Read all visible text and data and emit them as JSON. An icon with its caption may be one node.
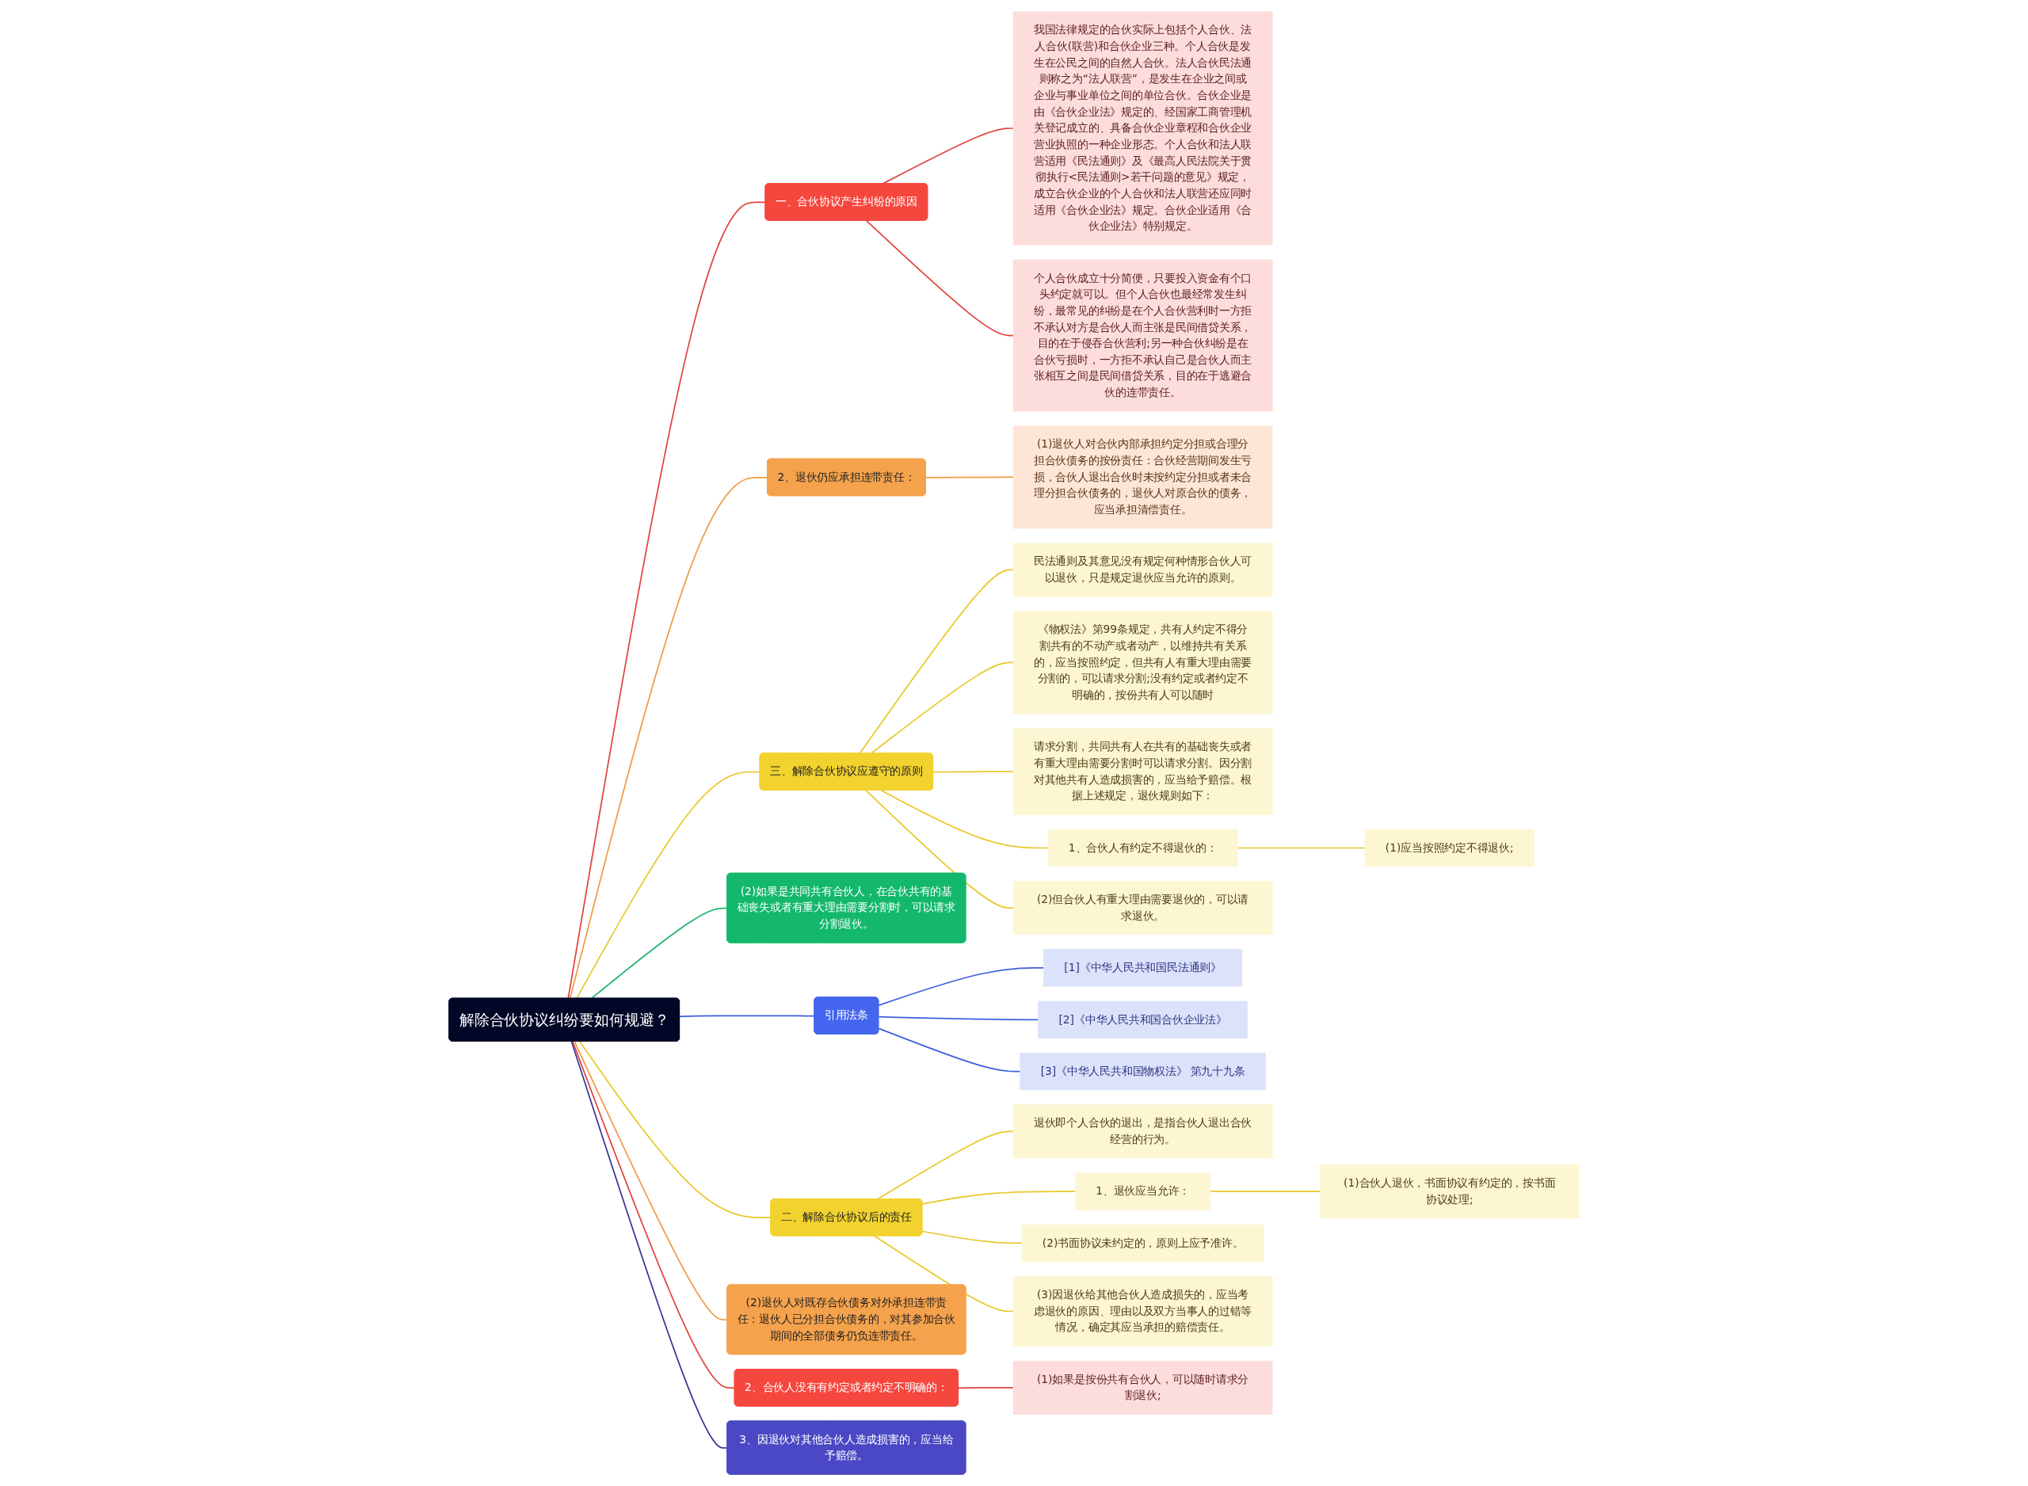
{
  "diagram": {
    "nodes": [
      {
        "text": [
          "解除合伙协议纠纷要如何规避？"
        ]
      },
      {
        "text": [
          "一、合伙协议产生纠纷的原因"
        ]
      },
      {
        "text": [
          "我国法律规定的合伙实际上包括个人合伙、法人合伙(联营)和合伙企业三种。个人合伙是发生在公民之间的自然人合伙。法人合伙民法通则称之为“法人联营”，是发生在企业之间或企业与事业单位之间的单位合伙。合伙企业是由《合伙企业法》规定的、经国家工商管理机关登记成立的、具备合伙企业章程和合伙企业营业执照的一种企业形态。个人合伙和法人联营适用《民法通则》及《最高人民法院关于贯彻执行<民法通则>若干问题的意见》规定，成立合伙企业的个人合伙和法人联营还应同时适用《合伙企业法》规定。合伙企业适用《合伙企业法》特别规定。"
        ]
      },
      {
        "text": [
          "个人合伙成立十分简便，只要投入资金有个口头约定就可以。但个人合伙也最经常发生纠纷，最常见的纠纷是在个人合伙营利时一方拒不承认对方是合伙人而主张是民间借贷关系，目的在于侵吞合伙营利;另一种合伙纠纷是在合伙亏损时，一方拒不承认自己是合伙人而主张相互之间是民间借贷关系，目的在于逃避合伙的连带责任。"
        ]
      },
      {
        "text": [
          "2、退伙仍应承担连带责任："
        ]
      },
      {
        "text": [
          "(1)退伙人对合伙内部承担约定分担或合理分担合伙债务的按份责任：合伙经营期间发生亏损，合伙人退出合伙时未按约定分担或者未合理分担合伙债务的，退伙人对原合伙的债务，应当承担清偿责任。"
        ]
      },
      {
        "text": [
          "三、解除合伙协议应遵守的原则"
        ]
      },
      {
        "text": [
          "民法通则及其意见没有规定何种情形合伙人可以退伙，只是规定退伙应当允许的原则。"
        ]
      },
      {
        "text": [
          "《物权法》第99条规定，共有人约定不得分割共有的不动产或者动产，以维持共有关系的，应当按照约定，但共有人有重大理由需要分割的，可以请求分割;没有约定或者约定不明确的，按份共有人可以随时"
        ]
      },
      {
        "text": [
          "请求分割，共同共有人在共有的基础丧失或者有重大理由需要分割时可以请求分割。因分割对其他共有人造成损害的，应当给予赔偿。根据上述规定，退伙规则如下："
        ]
      },
      {
        "text": [
          "1、合伙人有约定不得退伙的："
        ]
      },
      {
        "text": [
          "(1)应当按照约定不得退伙;"
        ]
      },
      {
        "text": [
          "(2)但合伙人有重大理由需要退伙的，可以请求退伙。"
        ]
      },
      {
        "text": [
          "(2)如果是共同共有合伙人，在合伙共有的基础丧失或者有重大理由需要分割时，可以请求分割退伙。"
        ]
      },
      {
        "text": [
          "引用法条"
        ]
      },
      {
        "text": [
          "[1]《中华人民共和国民法通则》"
        ]
      },
      {
        "text": [
          "[2]《中华人民共和国合伙企业法》"
        ]
      },
      {
        "text": [
          "[3]《中华人民共和国物权法》 第九十九条"
        ]
      },
      {
        "text": [
          "二、解除合伙协议后的责任"
        ]
      },
      {
        "text": [
          "退伙即个人合伙的退出，是指合伙人退出合伙经营的行为。"
        ]
      },
      {
        "text": [
          "1、退伙应当允许："
        ]
      },
      {
        "text": [
          "(1)合伙人退伙，书面协议有约定的，按书面协议处理;"
        ]
      },
      {
        "text": [
          "(2)书面协议未约定的，原则上应予准许。"
        ]
      },
      {
        "text": [
          "(3)因退伙给其他合伙人造成损失的，应当考虑退伙的原因、理由以及双方当事人的过错等情况，确定其应当承担的赔偿责任。"
        ]
      },
      {
        "text": [
          "(2)退伙人对既存合伙债务对外承担连带责任：退伙人已分担合伙债务的，对其参加合伙期间的全部债务仍负连带责任。"
        ]
      },
      {
        "text": [
          "2、合伙人没有有约定或者约定不明确的："
        ]
      },
      {
        "text": [
          "(1)如果是按份共有合伙人，可以随时请求分割退伙;"
        ]
      },
      {
        "text": [
          "3、因退伙对其他合伙人造成损害的，应当给予赔偿。"
        ]
      }
    ],
    "edges": [
      {
        "from": 0,
        "to": 1,
        "arrow": "none",
        "color": "#e0443c"
      },
      {
        "from": 1,
        "to": 2,
        "arrow": "none",
        "color": "#e0443c"
      },
      {
        "from": 1,
        "to": 3,
        "arrow": "none",
        "color": "#e0443c"
      },
      {
        "from": 0,
        "to": 4,
        "arrow": "none",
        "color": "#f09a44"
      },
      {
        "from": 4,
        "to": 5,
        "arrow": "none",
        "color": "#f09a44"
      },
      {
        "from": 0,
        "to": 6,
        "arrow": "none",
        "color": "#e8c828"
      },
      {
        "from": 6,
        "to": 7,
        "arrow": "none",
        "color": "#e8c828"
      },
      {
        "from": 6,
        "to": 8,
        "arrow": "none",
        "color": "#e8c828"
      },
      {
        "from": 6,
        "to": 9,
        "arrow": "none",
        "color": "#e8c828"
      },
      {
        "from": 6,
        "to": 10,
        "arrow": "none",
        "color": "#e8c828"
      },
      {
        "from": 10,
        "to": 11,
        "arrow": "none",
        "color": "#e8c828"
      },
      {
        "from": 6,
        "to": 12,
        "arrow": "none",
        "color": "#e8c828"
      },
      {
        "from": 0,
        "to": 13,
        "arrow": "none",
        "color": "#1db36a"
      },
      {
        "from": 0,
        "to": 14,
        "arrow": "none",
        "color": "#3d5fe0"
      },
      {
        "from": 14,
        "to": 15,
        "arrow": "none",
        "color": "#3d5fe0"
      },
      {
        "from": 14,
        "to": 16,
        "arrow": "none",
        "color": "#3d5fe0"
      },
      {
        "from": 14,
        "to": 17,
        "arrow": "none",
        "color": "#3d5fe0"
      },
      {
        "from": 0,
        "to": 18,
        "arrow": "none",
        "color": "#e8c828"
      },
      {
        "from": 18,
        "to": 19,
        "arrow": "none",
        "color": "#e8c828"
      },
      {
        "from": 18,
        "to": 20,
        "arrow": "none",
        "color": "#e8c828"
      },
      {
        "from": 20,
        "to": 21,
        "arrow": "none",
        "color": "#e8c828"
      },
      {
        "from": 18,
        "to": 22,
        "arrow": "none",
        "color": "#e8c828"
      },
      {
        "from": 18,
        "to": 23,
        "arrow": "none",
        "color": "#e8c828"
      },
      {
        "from": 0,
        "to": 24,
        "arrow": "none",
        "color": "#f09a44"
      },
      {
        "from": 0,
        "to": 25,
        "arrow": "none",
        "color": "#e0443c"
      },
      {
        "from": 25,
        "to": 26,
        "arrow": "none",
        "color": "#e0443c"
      },
      {
        "from": 0,
        "to": 27,
        "arrow": "none",
        "color": "#34349a"
      }
    ]
  }
}
